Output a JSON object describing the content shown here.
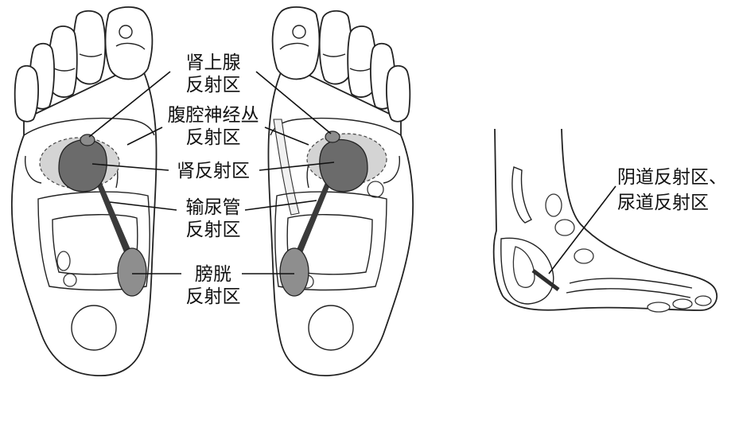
{
  "labels": {
    "adrenal_line1": "肾上腺",
    "adrenal_line2": "反射区",
    "celiac_line1": "腹腔神经丛",
    "celiac_line2": "反射区",
    "kidney": "肾反射区",
    "ureter_line1": "输尿管",
    "ureter_line2": "反射区",
    "bladder_line1": "膀胱",
    "bladder_line2": "反射区",
    "vagina_urethra_line1": "阴道反射区、",
    "vagina_urethra_line2": "尿道反射区"
  },
  "colors": {
    "celiac_zone": "#d4d4d4",
    "kidney": "#6b6b6b",
    "adrenal": "#8c8c8c",
    "ureter": "#3a3a3a",
    "bladder": "#8e8e8e",
    "urethra_line": "#2e2e2e",
    "outline": "#222222"
  }
}
